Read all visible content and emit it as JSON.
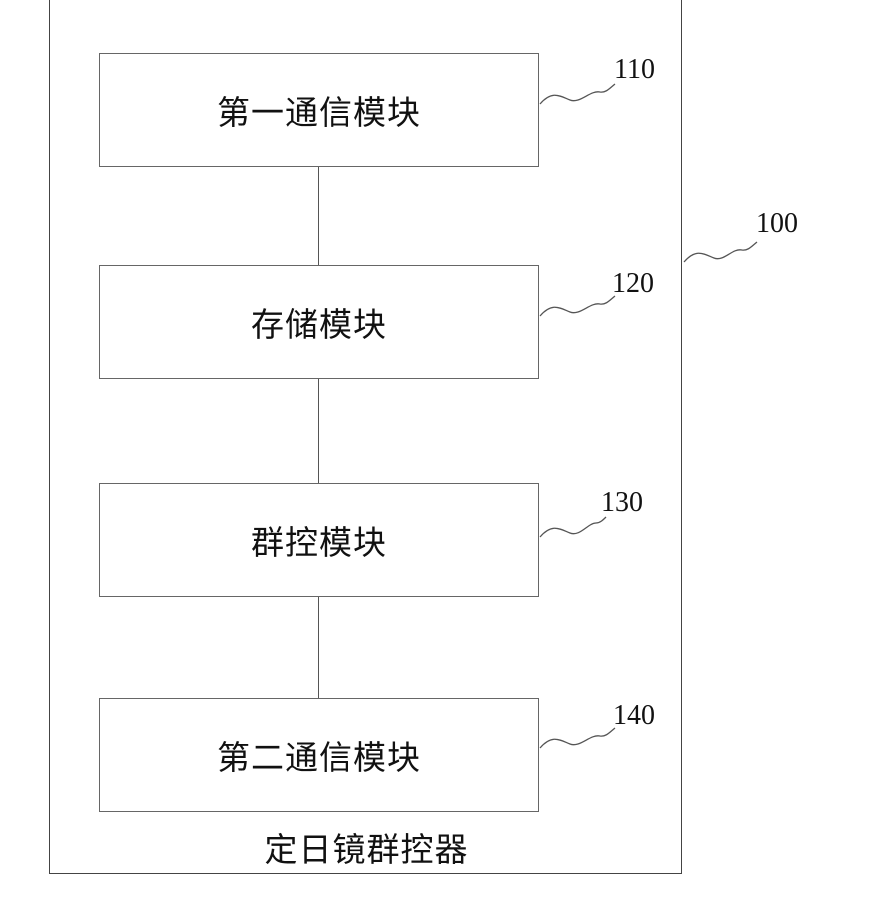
{
  "diagram": {
    "container_ref": "100",
    "caption": "定日镜群控器",
    "modules": [
      {
        "label": "第一通信模块",
        "ref": "110"
      },
      {
        "label": "存储模块",
        "ref": "120"
      },
      {
        "label": "群控模块",
        "ref": "130"
      },
      {
        "label": "第二通信模块",
        "ref": "140"
      }
    ]
  }
}
